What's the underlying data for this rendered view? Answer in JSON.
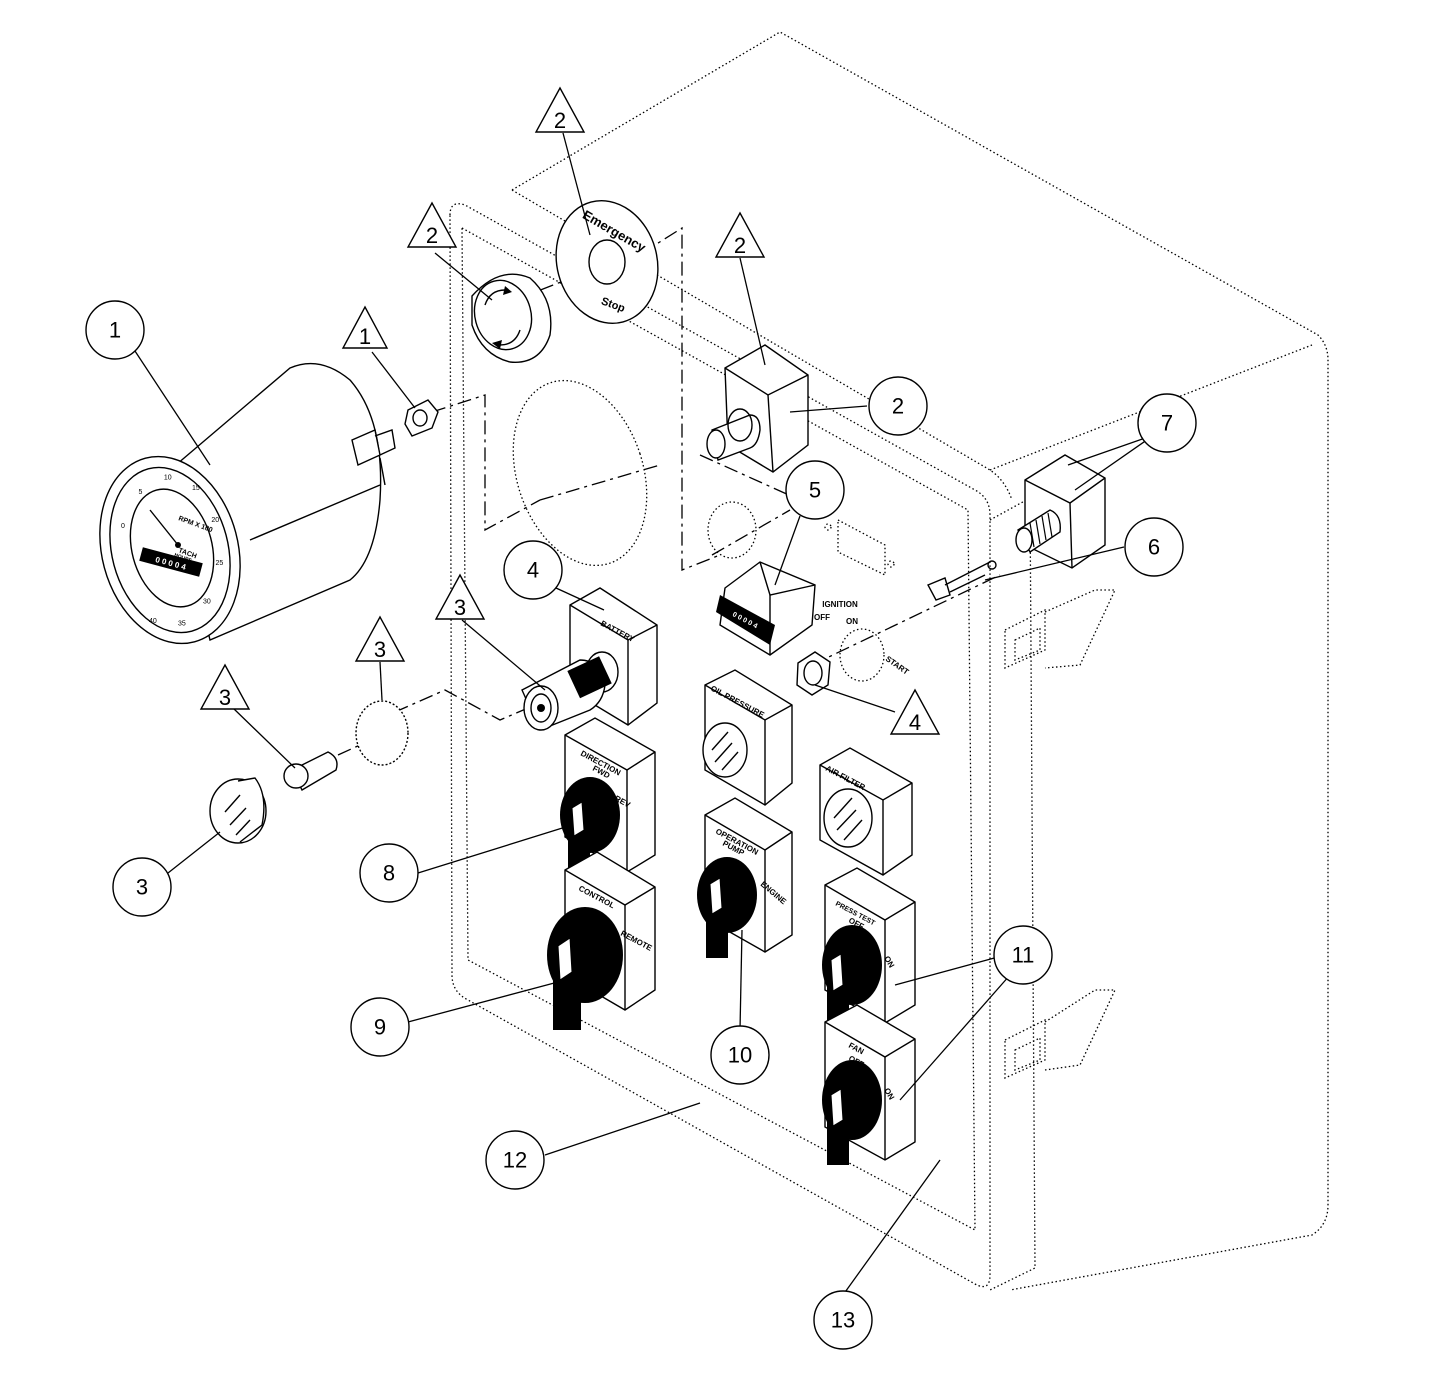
{
  "diagram": {
    "callouts": [
      {
        "id": "c1",
        "label": "1"
      },
      {
        "id": "c2",
        "label": "2"
      },
      {
        "id": "c3",
        "label": "3"
      },
      {
        "id": "c4",
        "label": "4"
      },
      {
        "id": "c5",
        "label": "5"
      },
      {
        "id": "c6",
        "label": "6"
      },
      {
        "id": "c7",
        "label": "7"
      },
      {
        "id": "c8",
        "label": "8"
      },
      {
        "id": "c9",
        "label": "9"
      },
      {
        "id": "c10",
        "label": "10"
      },
      {
        "id": "c11",
        "label": "11"
      },
      {
        "id": "c12",
        "label": "12"
      },
      {
        "id": "c13",
        "label": "13"
      }
    ],
    "triangles": [
      {
        "id": "t1",
        "label": "1"
      },
      {
        "id": "t2a",
        "label": "2"
      },
      {
        "id": "t2b",
        "label": "2"
      },
      {
        "id": "t2c",
        "label": "2"
      },
      {
        "id": "t3a",
        "label": "3"
      },
      {
        "id": "t3b",
        "label": "3"
      },
      {
        "id": "t3c",
        "label": "3"
      },
      {
        "id": "t4",
        "label": "4"
      }
    ],
    "panel_labels": {
      "emergency": "Emergency",
      "stop": "Stop",
      "battery": "BATTERY",
      "oil_pressure": "OIL PRESSURE",
      "air_filter": "AIR FILTER",
      "direction": "DIRECTION",
      "fwd": "FWD",
      "rev": "REV",
      "control": "CONTROL",
      "remote": "REMOTE",
      "operation": "OPERATION",
      "pump": "PUMP",
      "engine": "ENGINE",
      "press_test": "PRESS TEST",
      "press_off": "OFF",
      "press_on": "ON",
      "fan": "FAN",
      "fan_off": "OFF",
      "fan_on": "ON",
      "ignition": "IGNITION",
      "ign_on": "ON",
      "ign_off": "OFF",
      "ign_start": "START"
    },
    "tachometer": {
      "rpm": "RPM X 100",
      "tach": "TACH",
      "hours": "HOURS",
      "counter": "0 0 0 0 4",
      "scale": [
        "0",
        "5",
        "10",
        "15",
        "20",
        "25",
        "30",
        "35",
        "40"
      ]
    },
    "hour_meter": "0 0 0 0 4"
  }
}
